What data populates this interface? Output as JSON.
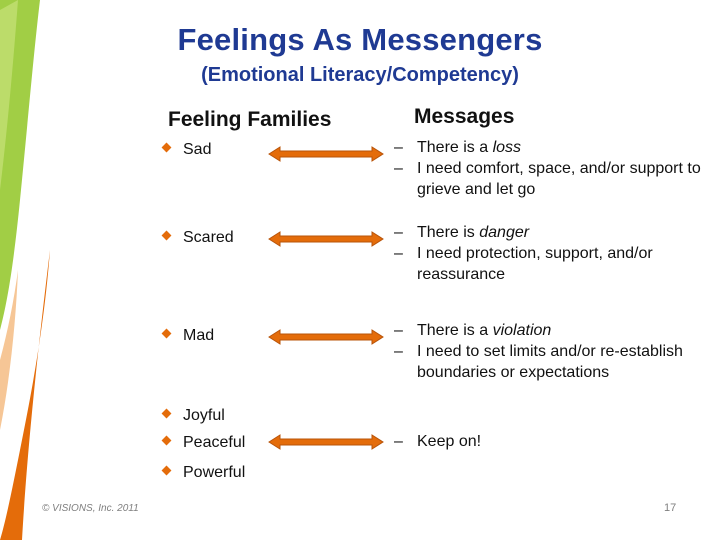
{
  "slide": {
    "title": "Feelings As Messengers",
    "subtitle": "(Emotional Literacy/Competency)",
    "left_header": "Feeling Families",
    "right_header": "Messages"
  },
  "rows": [
    {
      "feelings": [
        "Sad"
      ],
      "messages": [
        {
          "prefix": "There is a ",
          "emph": "loss",
          "rest": ""
        },
        {
          "prefix": "I need comfort, space, and/or support to grieve and let go",
          "emph": "",
          "rest": ""
        }
      ]
    },
    {
      "feelings": [
        "Scared"
      ],
      "messages": [
        {
          "prefix": "There is ",
          "emph": "danger",
          "rest": ""
        },
        {
          "prefix": "I need protection, support, and/or reassurance",
          "emph": "",
          "rest": ""
        }
      ]
    },
    {
      "feelings": [
        "Mad"
      ],
      "messages": [
        {
          "prefix": "There is a ",
          "emph": "violation",
          "rest": ""
        },
        {
          "prefix": "I need to set limits and/or re-establish boundaries or expectations",
          "emph": "",
          "rest": ""
        }
      ]
    },
    {
      "feelings": [
        "Joyful",
        "Peaceful",
        "Powerful"
      ],
      "messages": [
        {
          "prefix": "Keep on!",
          "emph": "",
          "rest": ""
        }
      ]
    }
  ],
  "footer": {
    "copyright": "© VISIONS, Inc. 2011",
    "page_number": "17"
  },
  "colors": {
    "title": "#1f3a93",
    "accent_orange": "#e46c0a",
    "accent_green": "#9ccb3b",
    "footer_text": "#7f7f7f"
  }
}
